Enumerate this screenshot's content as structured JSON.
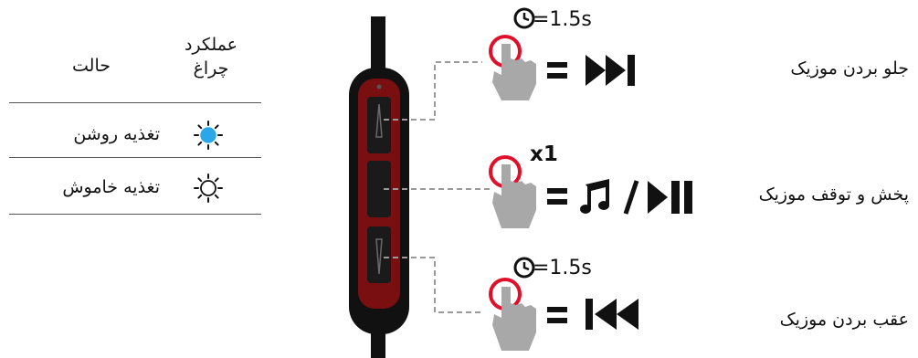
{
  "led_table": {
    "header_status": "حالت",
    "header_led_line1": "عملکرد",
    "header_led_line2": "چراغ",
    "rows": [
      {
        "status": "تغذیه روشن",
        "led_icon": "sun-lit-icon",
        "led_color": "#2aa7e8"
      },
      {
        "status": "تغذیه خاموش",
        "led_icon": "sun-outline-icon",
        "led_color": "#ffffff"
      }
    ]
  },
  "controls": [
    {
      "label": "جلو بردن موزیک",
      "press": "=1.5s",
      "icon": "next-track-icon"
    },
    {
      "label": "پخش و توقف موزیک",
      "press": "x1",
      "icon": "play-pause-icon"
    },
    {
      "label": "عقب بردن موزیک",
      "press": "=1.5s",
      "icon": "previous-track-icon"
    }
  ],
  "colors": {
    "remote_body": "#111111",
    "remote_inner": "#7a0f12",
    "press_ring": "#e0102a",
    "hand": "#a8a8a8",
    "connector_line": "#9a9a9a"
  }
}
